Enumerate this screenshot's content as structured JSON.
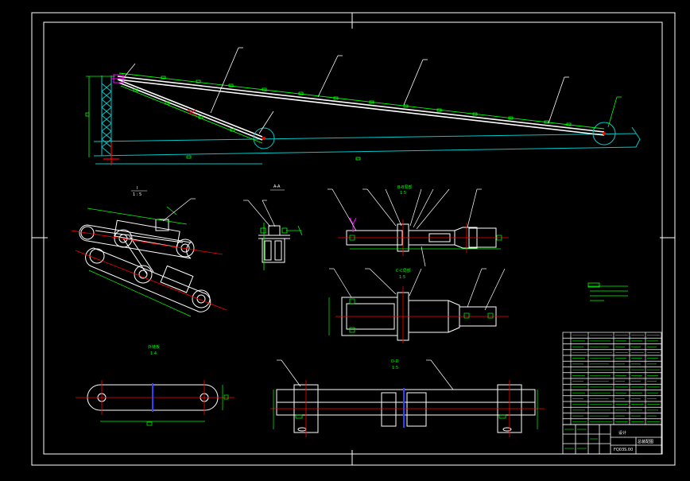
{
  "view_titles": {
    "detail_I": "I",
    "detail_I_scale": "1 : 5",
    "detail_A": "A-A",
    "section_B": "B-B局部",
    "section_B_scale": "1:5",
    "section_C": "C-C局部",
    "section_C_scale": "1:5",
    "plate_view": "外链板",
    "plate_view_scale": "1:4",
    "sleeve_view": "D-D",
    "sleeve_view_scale": "1:5"
  },
  "title_block": {
    "drawing_name": "总装配图",
    "drawing_code": "FQ03S.00",
    "role_label": "设计"
  },
  "colors": {
    "frame": "#ffffff",
    "outline": "#ffffff",
    "dimension": "#00ff00",
    "center": "#ff0000",
    "cyan": "#00c8c8",
    "magenta": "#ff00ff",
    "blue": "#3040ff"
  }
}
